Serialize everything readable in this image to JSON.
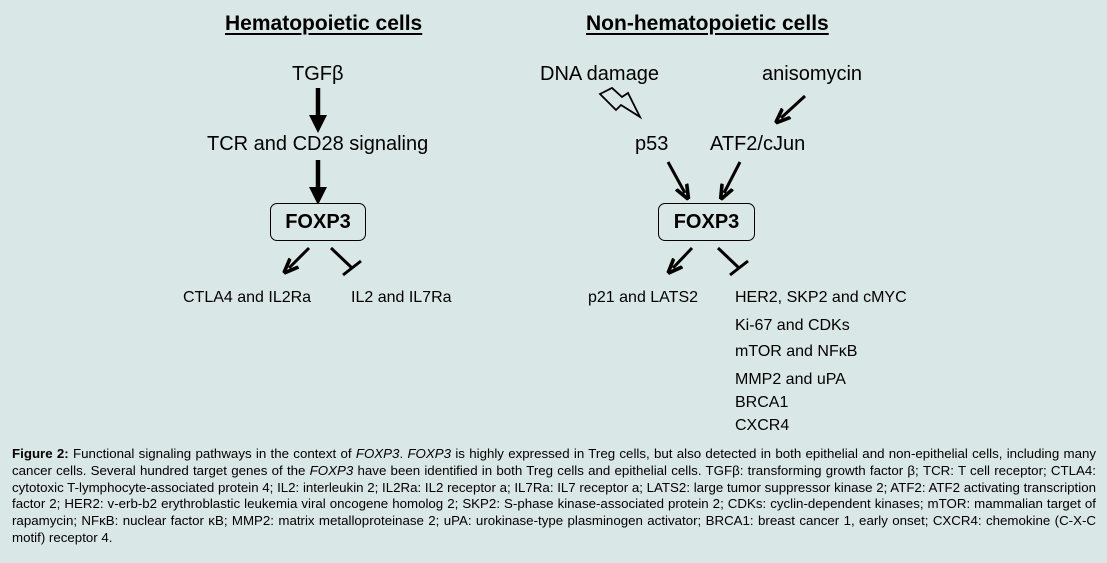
{
  "left_panel": {
    "heading": "Hematopoietic cells",
    "tgfb": "TGFβ",
    "tcr": "TCR and CD28 signaling",
    "foxp3": "FOXP3",
    "activated": "CTLA4 and IL2Ra",
    "repressed": "IL2 and IL7Ra"
  },
  "right_panel": {
    "heading": "Non-hematopoietic cells",
    "dna_damage": "DNA damage",
    "anisomycin": "anisomycin",
    "p53": "p53",
    "atf2": "ATF2/cJun",
    "foxp3": "FOXP3",
    "activated": "p21 and LATS2",
    "repressed": [
      "HER2, SKP2 and cMYC",
      "Ki-67 and CDKs",
      "mTOR and NFκB",
      "MMP2 and uPA",
      "BRCA1",
      "CXCR4"
    ]
  },
  "caption": {
    "label": "Figure 2:",
    "t1": " Functional signaling pathways in the context of ",
    "i1": "FOXP3",
    "t2": ". ",
    "i2": "FOXP3",
    "t3": " is highly expressed in Treg cells, but also detected in both epithelial and non-epithelial cells, including many cancer cells. Several hundred target genes of the ",
    "i3": "FOXP3",
    "t4": " have been identified in both Treg cells and epithelial cells. TGFβ: transforming growth factor β; TCR: T cell receptor; CTLA4: cytotoxic T-lymphocyte-associated protein 4; IL2: interleukin 2; IL2Ra: IL2 receptor a; IL7Ra: IL7 receptor a; LATS2: large tumor suppressor kinase 2; ATF2: ATF2 activating transcription factor 2; HER2: v-erb-b2 erythroblastic leukemia viral oncogene homolog 2; SKP2: S-phase kinase-associated protein 2; CDKs: cyclin-dependent kinases; mTOR: mammalian target of rapamycin; NFκB: nuclear factor κB; MMP2: matrix metalloproteinase 2; uPA: urokinase-type plasminogen activator; BRCA1: breast cancer 1, early onset; CXCR4: chemokine (C-X-C motif) receptor 4."
  },
  "colors": {
    "background": "#d9e8e6",
    "ink": "#000000"
  }
}
